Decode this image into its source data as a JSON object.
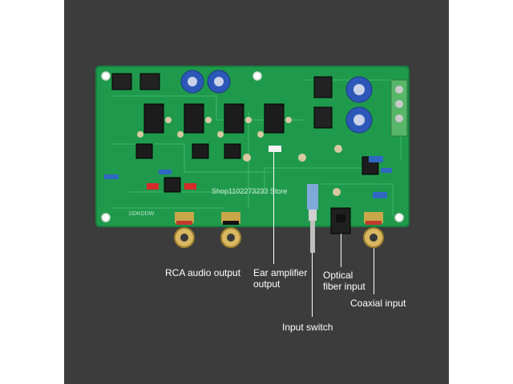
{
  "callouts": {
    "rca": "RCA audio output",
    "ear_1": "Ear amplifier",
    "ear_2": "output",
    "optical_1": "Optical",
    "optical_2": "fiber input",
    "coaxial": "Coaxial input",
    "input_switch": "Input switch"
  },
  "board": {
    "watermark": "Shop1102273233 Store",
    "silkscreen_code": "1IDKDDW"
  },
  "colors": {
    "background": "#3c3c3c",
    "pcb": "#1f9a4c",
    "pcb_dark": "#16803e",
    "label": "#ffffff"
  }
}
